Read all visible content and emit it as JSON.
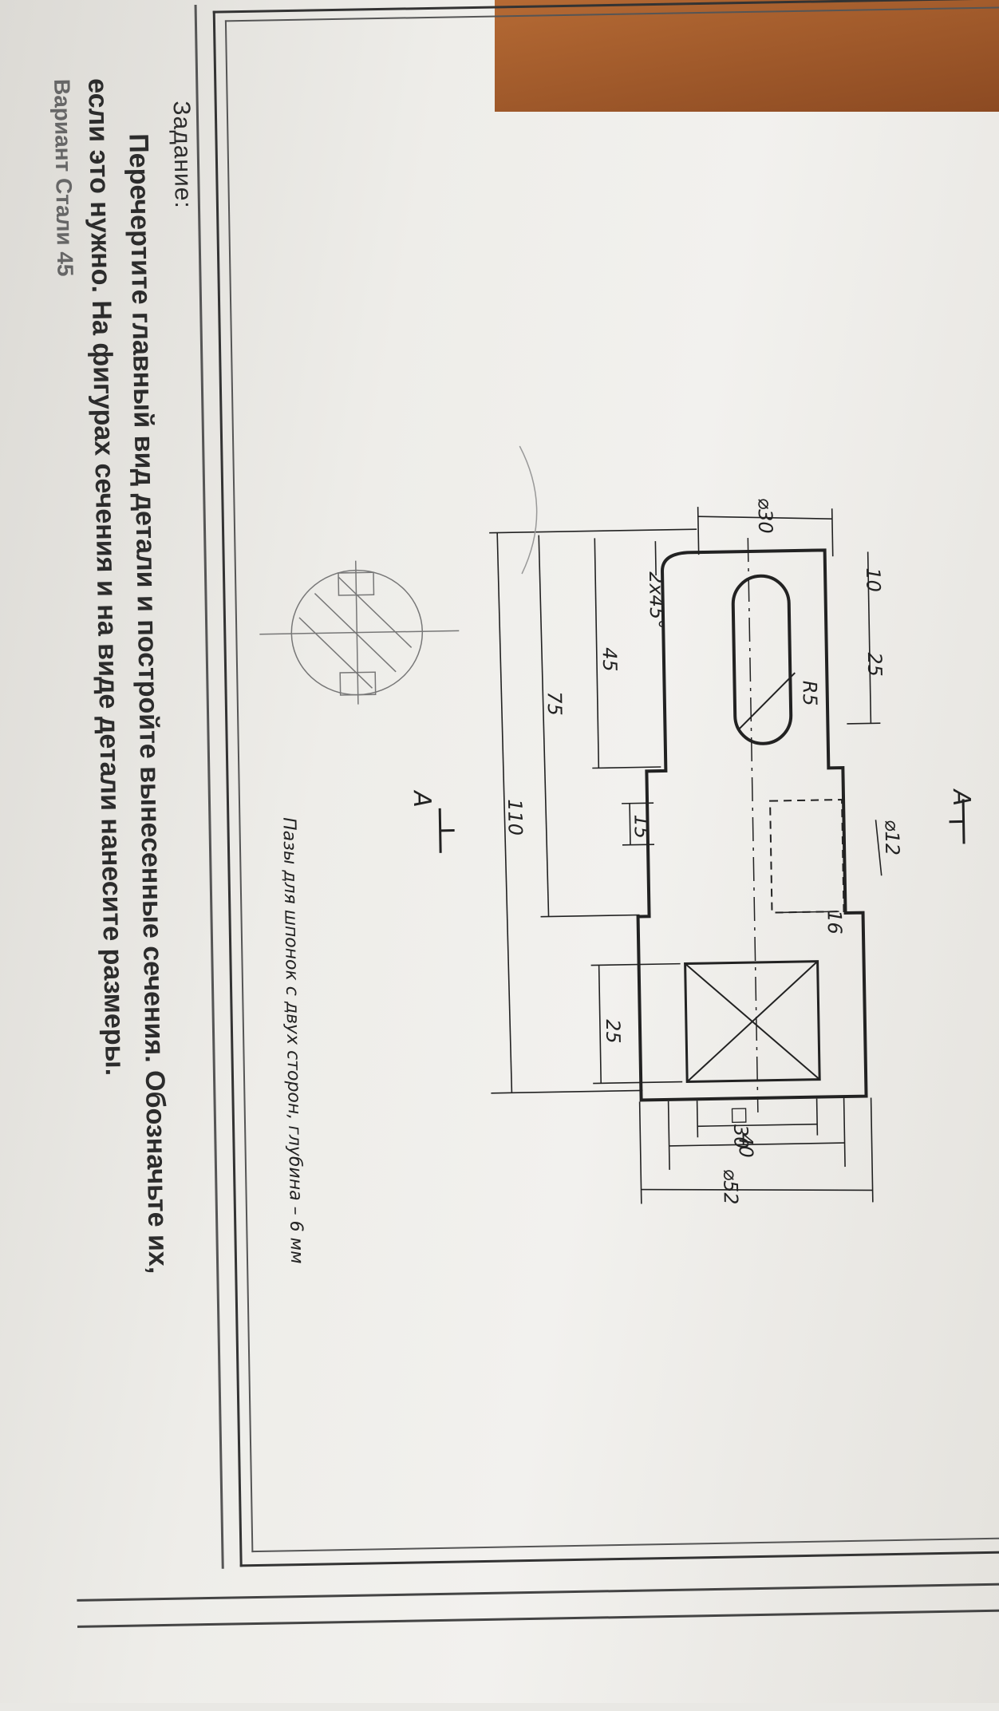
{
  "task": {
    "title": "Задание:",
    "line1": "Перечертите главный вид детали и постройте вынесенные сечения. Обозначьте их,",
    "line2": "если это нужно. На фигурах  сечения и на виде детали нанесите размеры.",
    "line3": "Вариант Стали 45"
  },
  "drawing": {
    "dims": {
      "d30": "⌀30",
      "d10": "10",
      "d25_slot": "25",
      "chamfer": "2x45°",
      "d45": "45",
      "d75": "75",
      "d110": "110",
      "r5": "R5",
      "d15": "15",
      "d12": "⌀12",
      "d16": "16",
      "d25_sq": "25",
      "sq30": "□30",
      "d40": "40",
      "d52": "⌀52"
    },
    "section_letter_top": "A",
    "section_letter_bottom": "A",
    "note": "Пазы для шпонок с двух сторон, глубина – 6 мм"
  },
  "colors": {
    "ink": "#222222",
    "paper": "#f1f0ec",
    "wood": "#9a552a"
  }
}
